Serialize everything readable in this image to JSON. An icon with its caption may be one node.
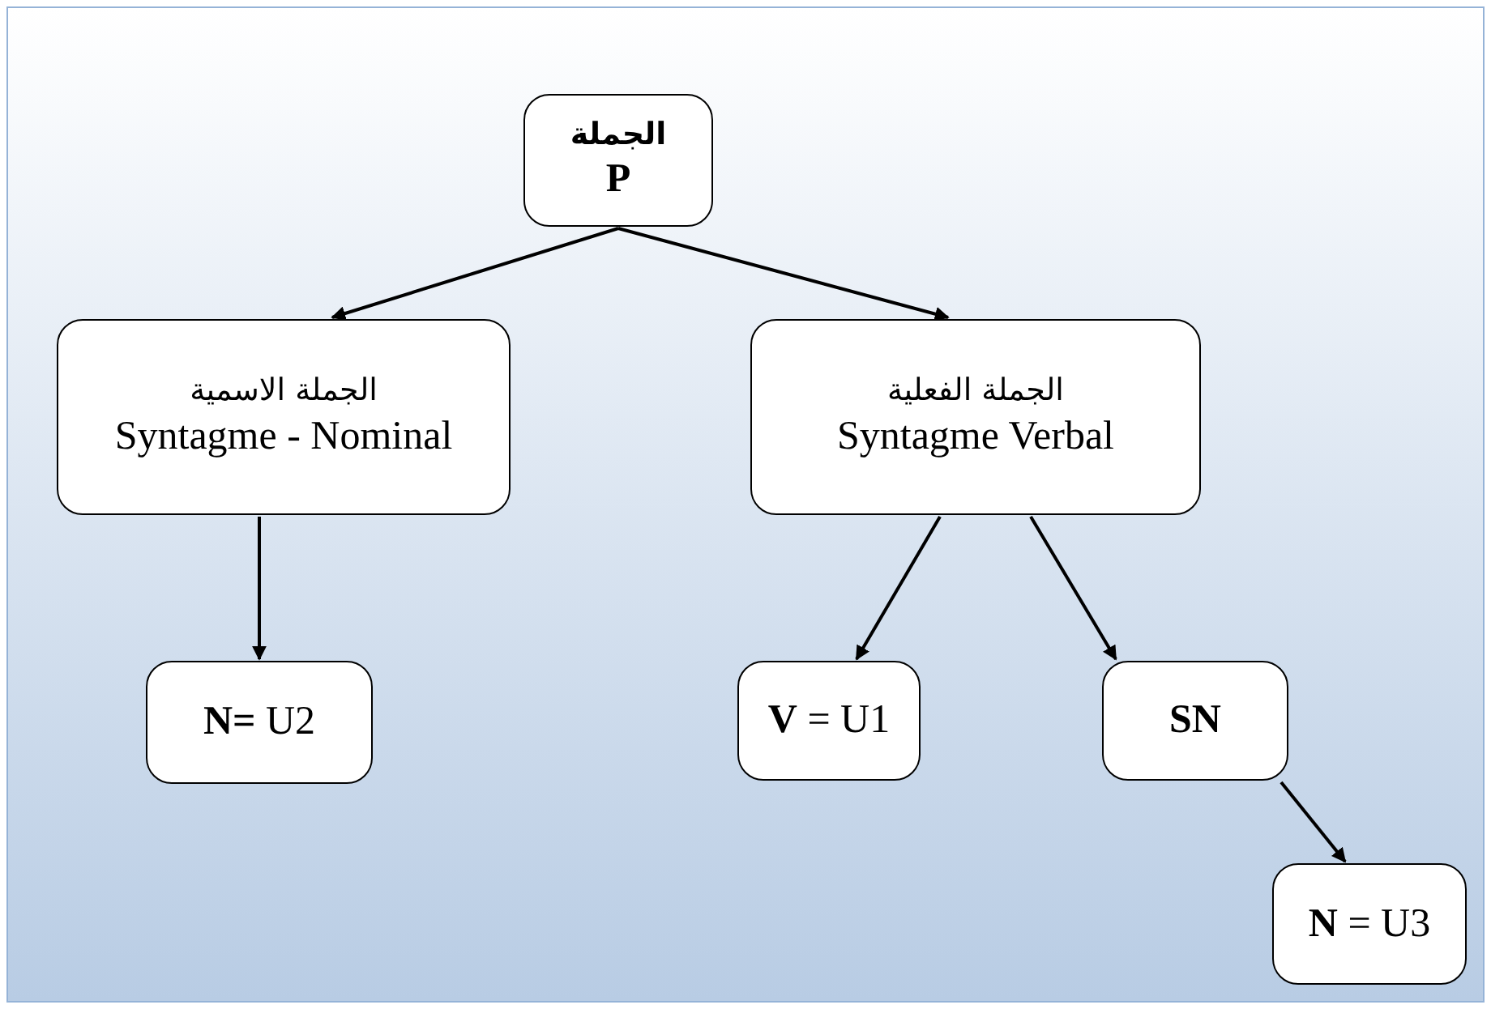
{
  "diagram": {
    "nodes": [
      {
        "text": [
          "الجملة",
          "P"
        ]
      },
      {
        "text": [
          "الجملة الاسمية",
          "Syntagme - Nominal"
        ]
      },
      {
        "text": [
          "الجملة الفعلية",
          "Syntagme Verbal"
        ]
      },
      {
        "text": [
          "**N=** U2"
        ]
      },
      {
        "text": [
          "**V** = U1"
        ]
      },
      {
        "text": [
          "SN"
        ]
      },
      {
        "text": [
          "**N** = U3"
        ]
      }
    ],
    "edges": [
      {
        "from": 0,
        "to": 1,
        "arrow": "to"
      },
      {
        "from": 0,
        "to": 2,
        "arrow": "to"
      },
      {
        "from": 1,
        "to": 3,
        "arrow": "to"
      },
      {
        "from": 2,
        "to": 4,
        "arrow": "to"
      },
      {
        "from": 2,
        "to": 5,
        "arrow": "to"
      },
      {
        "from": 5,
        "to": 6,
        "arrow": "to"
      }
    ]
  }
}
